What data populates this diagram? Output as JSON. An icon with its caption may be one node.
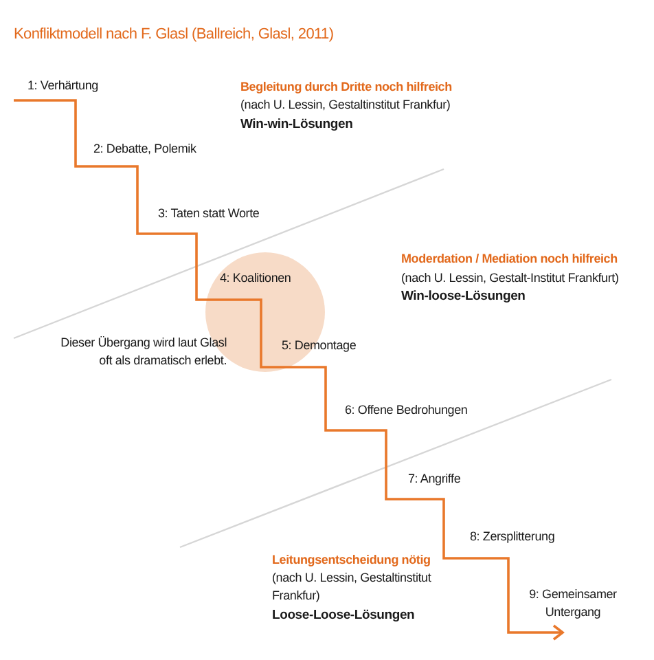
{
  "diagram": {
    "title": "Konfliktmodell nach F. Glasl (Ballreich, Glasl, 2011)",
    "labels": [
      "1: Verhärtung",
      "Begleitung durch Dritte noch hilfreich",
      "(nach U. Lessin, Gestaltinstitut Frankfur)",
      "Win-win-Lösungen",
      "2: Debatte, Polemik",
      "3: Taten statt Worte",
      "Moderdation / Mediation noch hilfreich",
      "(nach U. Lessin, Gestalt-Institut Frankfurt)",
      "Win-loose-Lösungen",
      "4: Koalitionen",
      "Dieser Übergang wird laut Glasl oft als dramatisch erlebt.",
      "5: Demontage",
      "6: Offene Bedrohungen",
      "7: Angriffe",
      "8: Zersplitterung",
      "Leitungsentscheidung nötig",
      "(nach U. Lessin, Gestaltinstitut Frankfur)",
      "Loose-Loose-Lösungen",
      "9: Gemeinsamer Untergang"
    ]
  }
}
